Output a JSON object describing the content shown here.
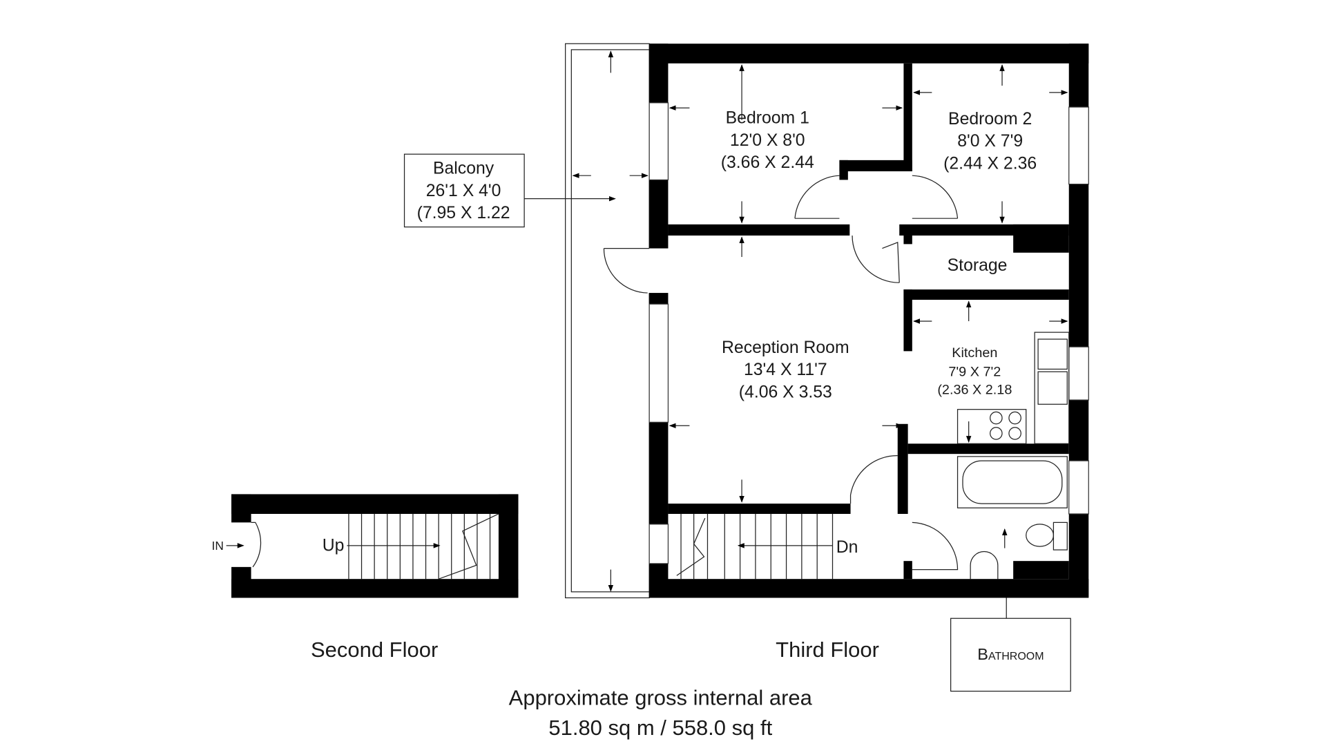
{
  "rooms": {
    "bedroom1": {
      "name": "Bedroom 1",
      "imperial": "12'0 X 8'0",
      "metric": "(3.66 X 2.44"
    },
    "bedroom2": {
      "name": "Bedroom 2",
      "imperial": "8'0 X 7'9",
      "metric": "(2.44 X 2.36"
    },
    "balcony": {
      "name": "Balcony",
      "imperial": "26'1 X 4'0",
      "metric": "(7.95 X 1.22"
    },
    "storage": {
      "name": "Storage"
    },
    "reception": {
      "name": "Reception Room",
      "imperial": "13'4 X 11'7",
      "metric": "(4.06 X 3.53"
    },
    "kitchen": {
      "name": "Kitchen",
      "imperial": "7'9 X 7'2",
      "metric": "(2.36 X 2.18"
    },
    "bathroom": {
      "name": "Bathroom"
    }
  },
  "stairs": {
    "up": "Up",
    "down": "Dn",
    "entry": "IN"
  },
  "floors": {
    "second": "Second Floor",
    "third": "Third Floor"
  },
  "area": {
    "title": "Approximate gross internal area",
    "value": "51.80 sq m / 558.0 sq ft"
  }
}
